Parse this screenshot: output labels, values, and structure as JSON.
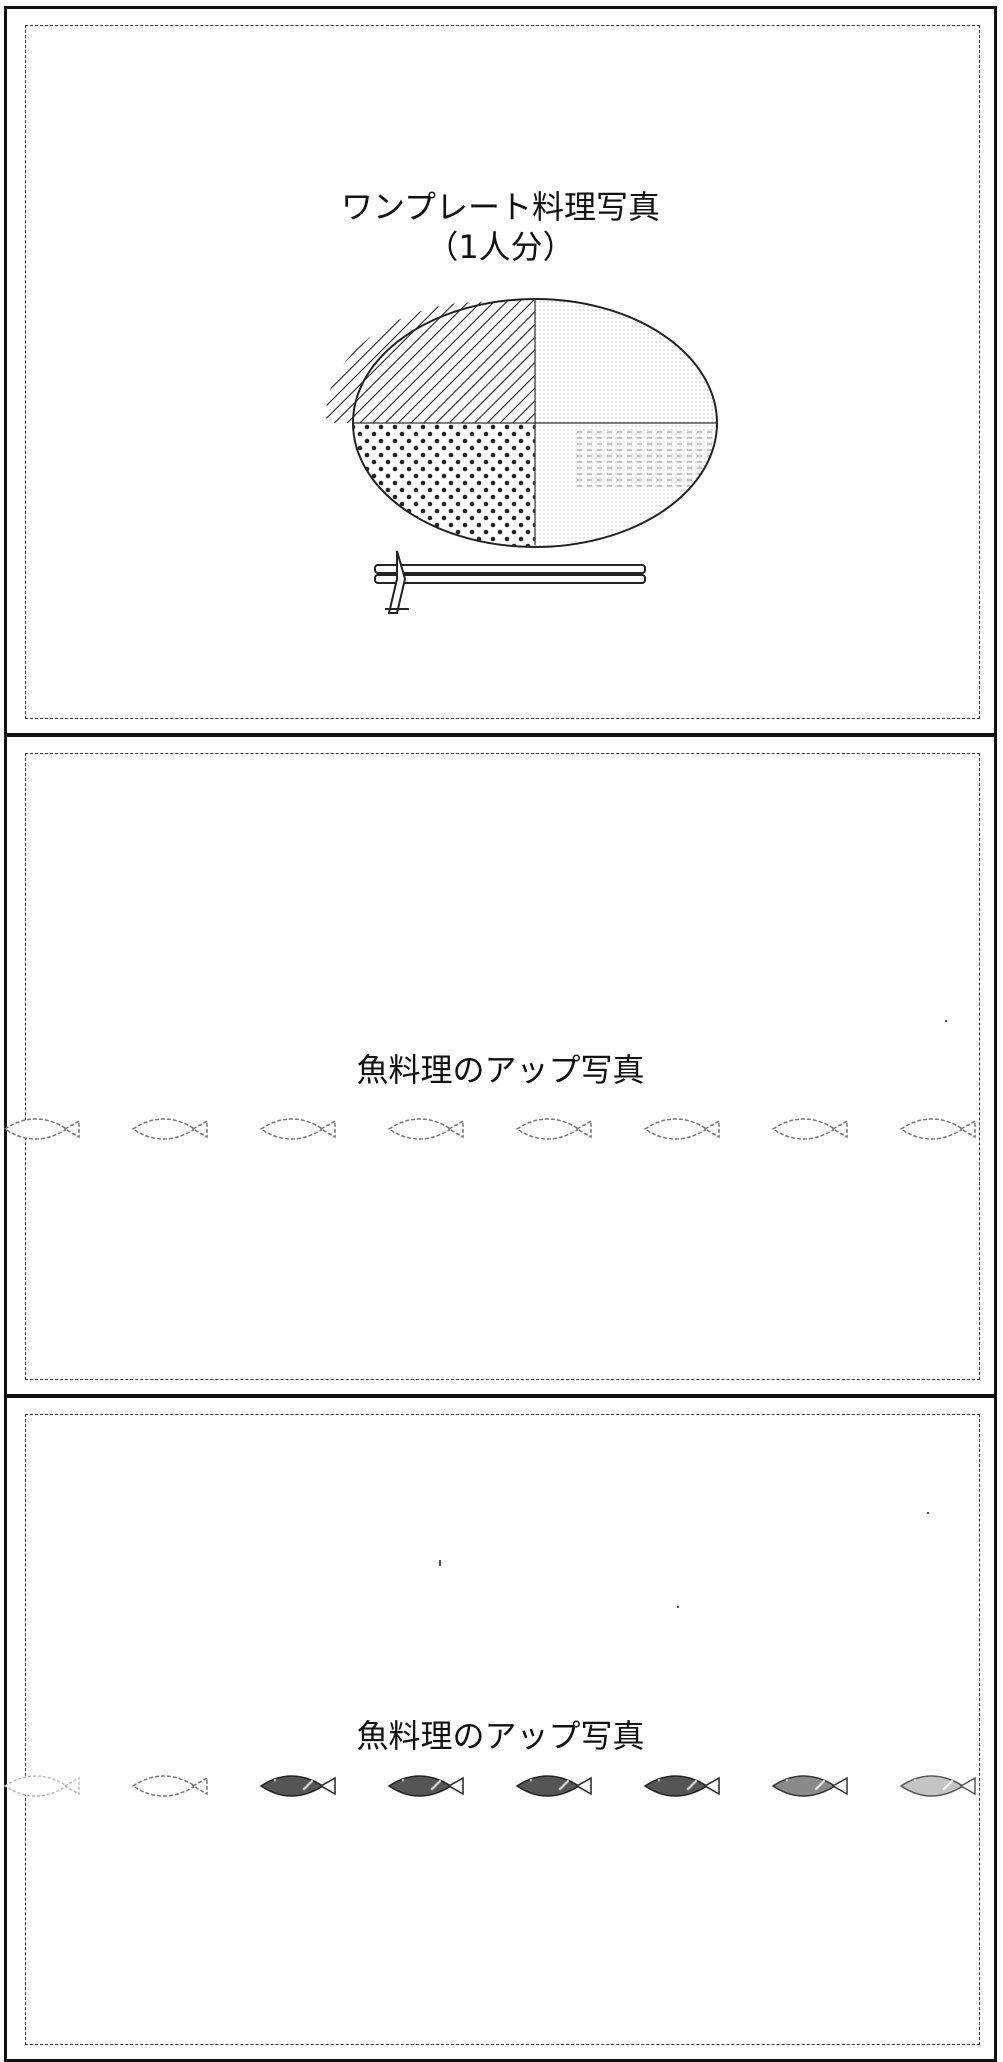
{
  "panels": [
    {
      "caption_line1": "ワンプレート料理写真",
      "caption_line2": "（1人分）",
      "illustration": "one-plate-dish-with-chopsticks"
    },
    {
      "caption": "魚料理のアップ写真",
      "fish_row": [
        "outline",
        "outline",
        "outline",
        "outline",
        "outline",
        "outline",
        "outline",
        "outline"
      ]
    },
    {
      "caption": "魚料理のアップ写真",
      "fish_row": [
        "faint",
        "outline",
        "dark",
        "dark",
        "dark",
        "dark",
        "medium",
        "light"
      ]
    }
  ]
}
